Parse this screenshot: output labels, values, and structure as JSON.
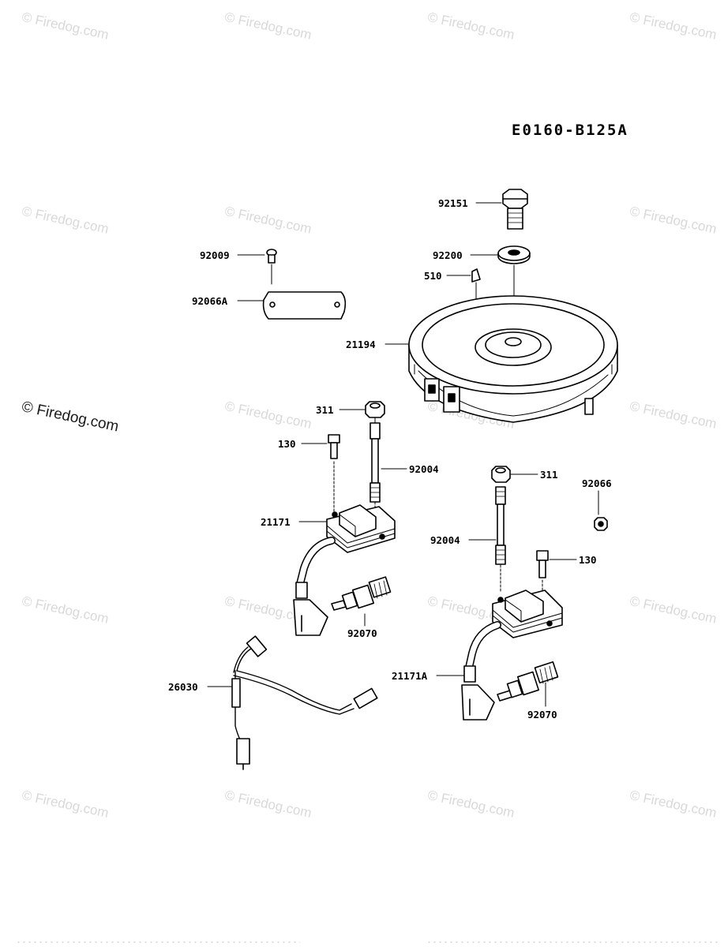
{
  "watermark": "© Firedog.com",
  "diagram_code": "E0160-B125A",
  "parts": {
    "p92151": "92151",
    "p92200": "92200",
    "p510": "510",
    "p92009": "92009",
    "p92066A": "92066A",
    "p21194": "21194",
    "p311_left": "311",
    "p130_left": "130",
    "p92004_left": "92004",
    "p21171": "21171",
    "p92070_left": "92070",
    "p311_right": "311",
    "p92066": "92066",
    "p92004_right": "92004",
    "p130_right": "130",
    "p26030": "26030",
    "p21171A": "21171A",
    "p92070_right": "92070"
  }
}
